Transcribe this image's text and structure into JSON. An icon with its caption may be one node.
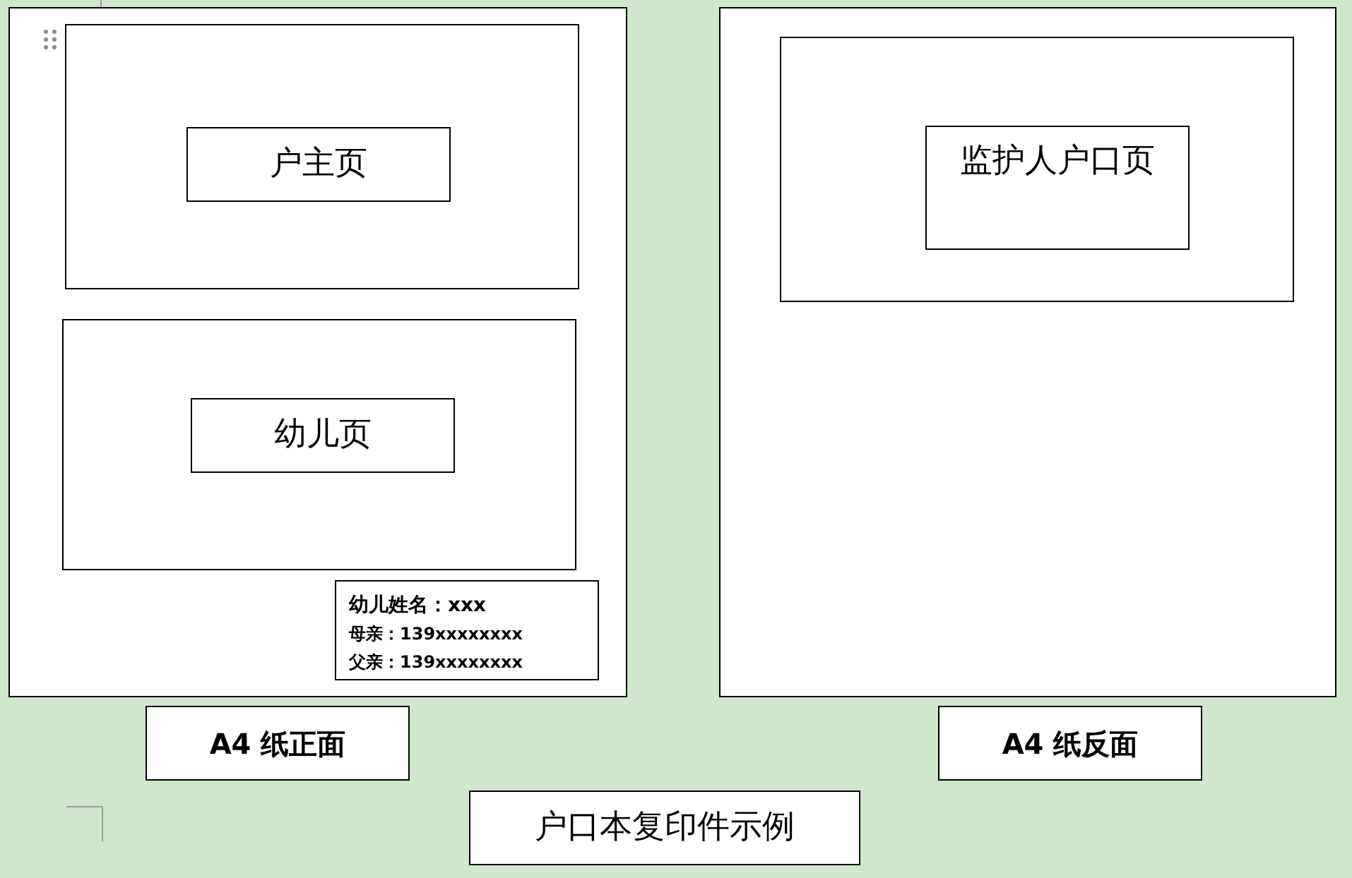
{
  "diagram": {
    "nodes": [
      {
        "text": [],
        "shape": "box"
      },
      {
        "text": [],
        "shape": "box",
        "in": 0
      },
      {
        "text": [
          "户主页"
        ],
        "in": 1
      },
      {
        "text": [],
        "shape": "box",
        "in": 0
      },
      {
        "text": [
          "幼儿页"
        ],
        "in": 3
      },
      {
        "text": [
          "幼儿姓名：xxx",
          "母亲：139xxxxxxxx",
          "父亲：139xxxxxxxx"
        ],
        "in": 0
      },
      {
        "text": [],
        "shape": "box"
      },
      {
        "text": [],
        "shape": "box",
        "in": 6
      },
      {
        "text": [
          "监护人户口页"
        ],
        "in": 7
      },
      {
        "text": [
          "A4 纸正面"
        ]
      },
      {
        "text": [
          "A4 纸反面"
        ]
      },
      {
        "text": [
          "户口本复印件示例"
        ]
      }
    ]
  }
}
